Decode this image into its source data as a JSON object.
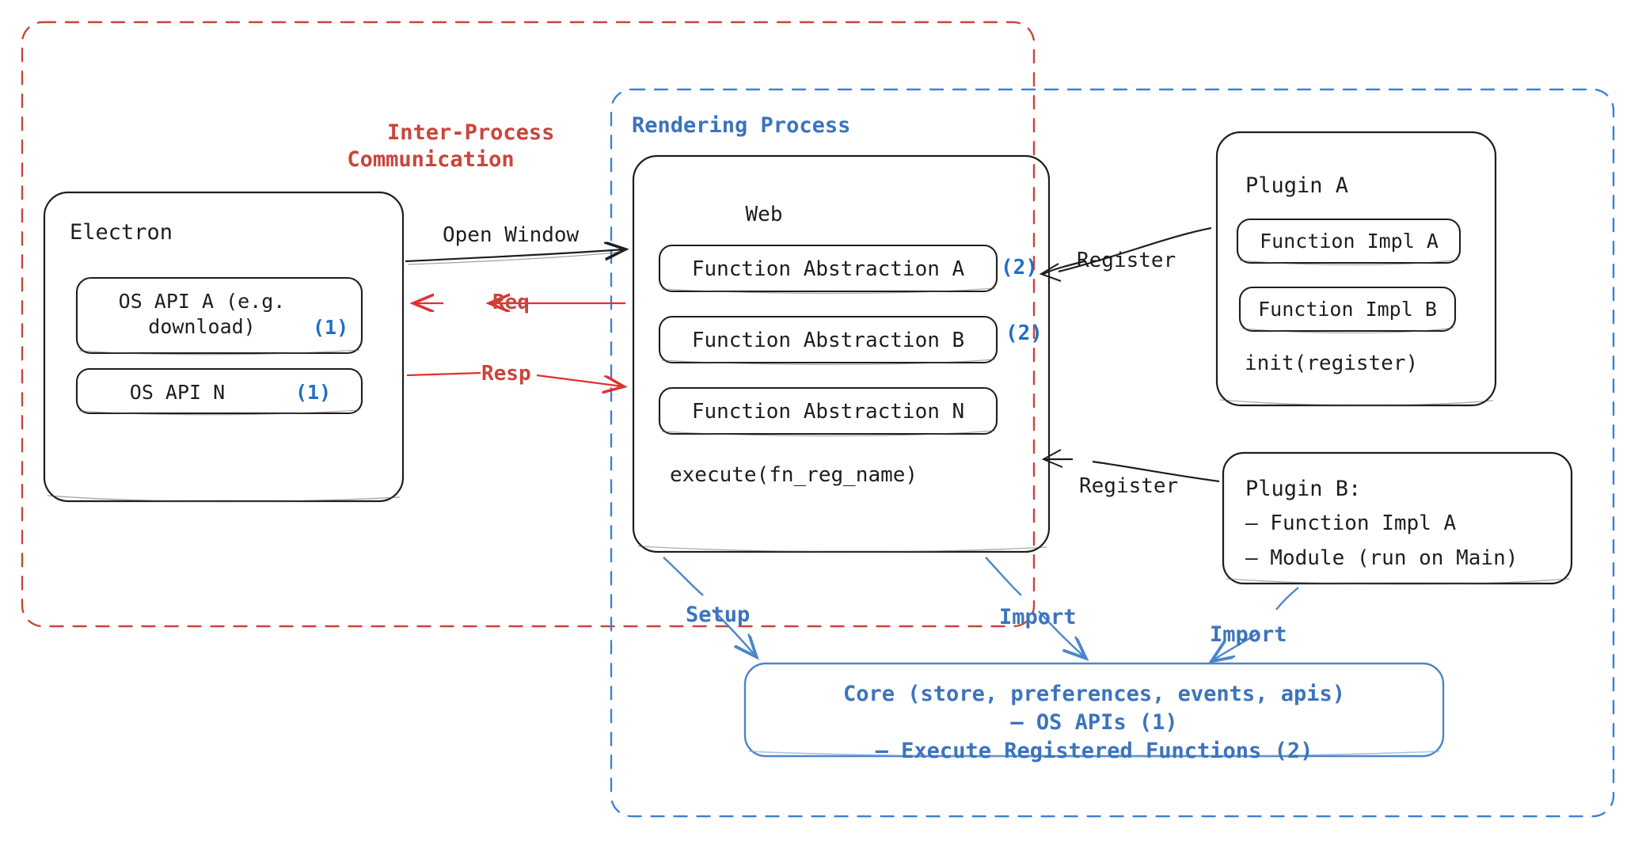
{
  "diagram": {
    "title_ipc": "Inter-Process\nCommunication",
    "title_render": "Rendering Process",
    "colors": {
      "ipc_red": "#c9453c",
      "render_blue": "#1f6fc4",
      "core_blue": "#3b74bd",
      "stroke_black": "#1e1e1e",
      "marker_blue": "#1971c2"
    },
    "containers": {
      "ipc": {
        "label": "Inter-Process Communication",
        "style": "dashed",
        "color": "#c9453c"
      },
      "rendering_process": {
        "label": "Rendering Process",
        "style": "dashed",
        "color": "#1f6fc4"
      }
    },
    "electron": {
      "title": "Electron",
      "items": [
        {
          "text": "OS API A (e.g.\ndownload)",
          "tag": "(1)"
        },
        {
          "text": "OS API N",
          "tag": "(1)"
        }
      ]
    },
    "web": {
      "title": "Web",
      "items": [
        {
          "text": "Function Abstraction A",
          "tag": "(2)"
        },
        {
          "text": "Function Abstraction B",
          "tag": "(2)"
        },
        {
          "text": "Function Abstraction N",
          "tag": ""
        }
      ],
      "footer": "execute(fn_reg_name)"
    },
    "plugin_a": {
      "title": "Plugin A",
      "items": [
        "Function Impl A",
        "Function Impl B"
      ],
      "footer": "init(register)"
    },
    "plugin_b": {
      "title": "Plugin B:",
      "lines": [
        "– Function Impl A",
        "– Module (run on Main)"
      ]
    },
    "core": {
      "line1": "Core (store, preferences, events, apis)",
      "line2": "– OS APIs (1)",
      "line3": "– Execute Registered Functions (2)"
    },
    "edges": {
      "open_window": "Open Window",
      "req": "Req",
      "resp": "Resp",
      "register_top": "Register",
      "register_bottom": "Register",
      "setup": "Setup",
      "import_mid": "Import",
      "import_right": "Import"
    }
  }
}
